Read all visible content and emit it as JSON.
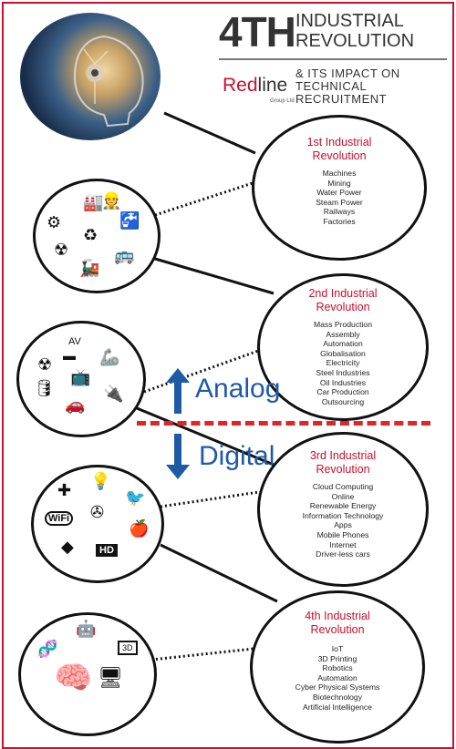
{
  "header": {
    "big_number": "4TH",
    "title_line1": "INDUSTRIAL",
    "title_line2": "REVOLUTION",
    "brand_part1": "Red",
    "brand_part2": "line",
    "brand_sub": "Group Ltd",
    "impact_line1": "& ITS IMPACT ON",
    "impact_line2": "TECHNICAL",
    "impact_line3": "RECRUITMENT"
  },
  "colors": {
    "accent_red": "#c8102e",
    "accent_blue": "#1f5aa6",
    "divider_red": "#e2232a"
  },
  "revolutions": [
    {
      "title_line1": "1st Industrial",
      "title_line2": "Revolution",
      "items": [
        "Machines",
        "Mining",
        "Water Power",
        "Steam Power",
        "Railways",
        "Factories"
      ]
    },
    {
      "title_line1": "2nd Industrial",
      "title_line2": "Revolution",
      "items": [
        "Mass Production",
        "Assembly",
        "Automation",
        "Globalisation",
        "Electricity",
        "Steel Industries",
        "Oil Industries",
        "Car Production",
        "Outsourcing"
      ]
    },
    {
      "title_line1": "3rd Industrial",
      "title_line2": "Revolution",
      "items": [
        "Cloud Computing",
        "Online",
        "Renewable Energy",
        "Information Technology",
        "Apps",
        "Mobile Phones",
        "Internet",
        "Driver-less cars"
      ]
    },
    {
      "title_line1": "4th Industrial",
      "title_line2": "Revolution",
      "items": [
        "IoT",
        "3D Printing",
        "Robotics",
        "Automation",
        "Cyber Physical Systems",
        "Biotechnology",
        "Artificial Intelligence"
      ]
    }
  ],
  "divider": {
    "analog_label": "Analog",
    "digital_label": "Digital"
  },
  "icon_labels": {
    "av": "AV",
    "wifi": "WiFi",
    "hd": "HD",
    "three_d": "3D"
  }
}
